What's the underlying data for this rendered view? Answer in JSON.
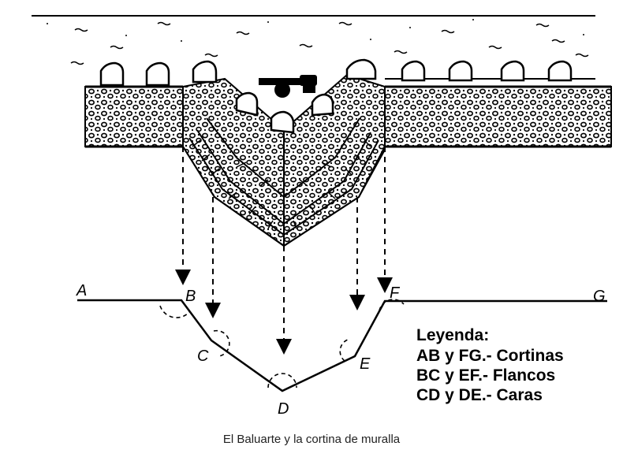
{
  "points": [
    {
      "id": "A",
      "label": "A"
    },
    {
      "id": "B",
      "label": "B"
    },
    {
      "id": "C",
      "label": "C"
    },
    {
      "id": "D",
      "label": "D"
    },
    {
      "id": "E",
      "label": "E"
    },
    {
      "id": "F",
      "label": "F"
    },
    {
      "id": "G",
      "label": "G"
    }
  ],
  "legend": {
    "title": "Leyenda:",
    "items": [
      "AB y FG.- Cortinas",
      "BC y EF.- Flancos",
      "CD y DE.- Caras"
    ]
  },
  "caption": "El Baluarte y la cortina de muralla"
}
